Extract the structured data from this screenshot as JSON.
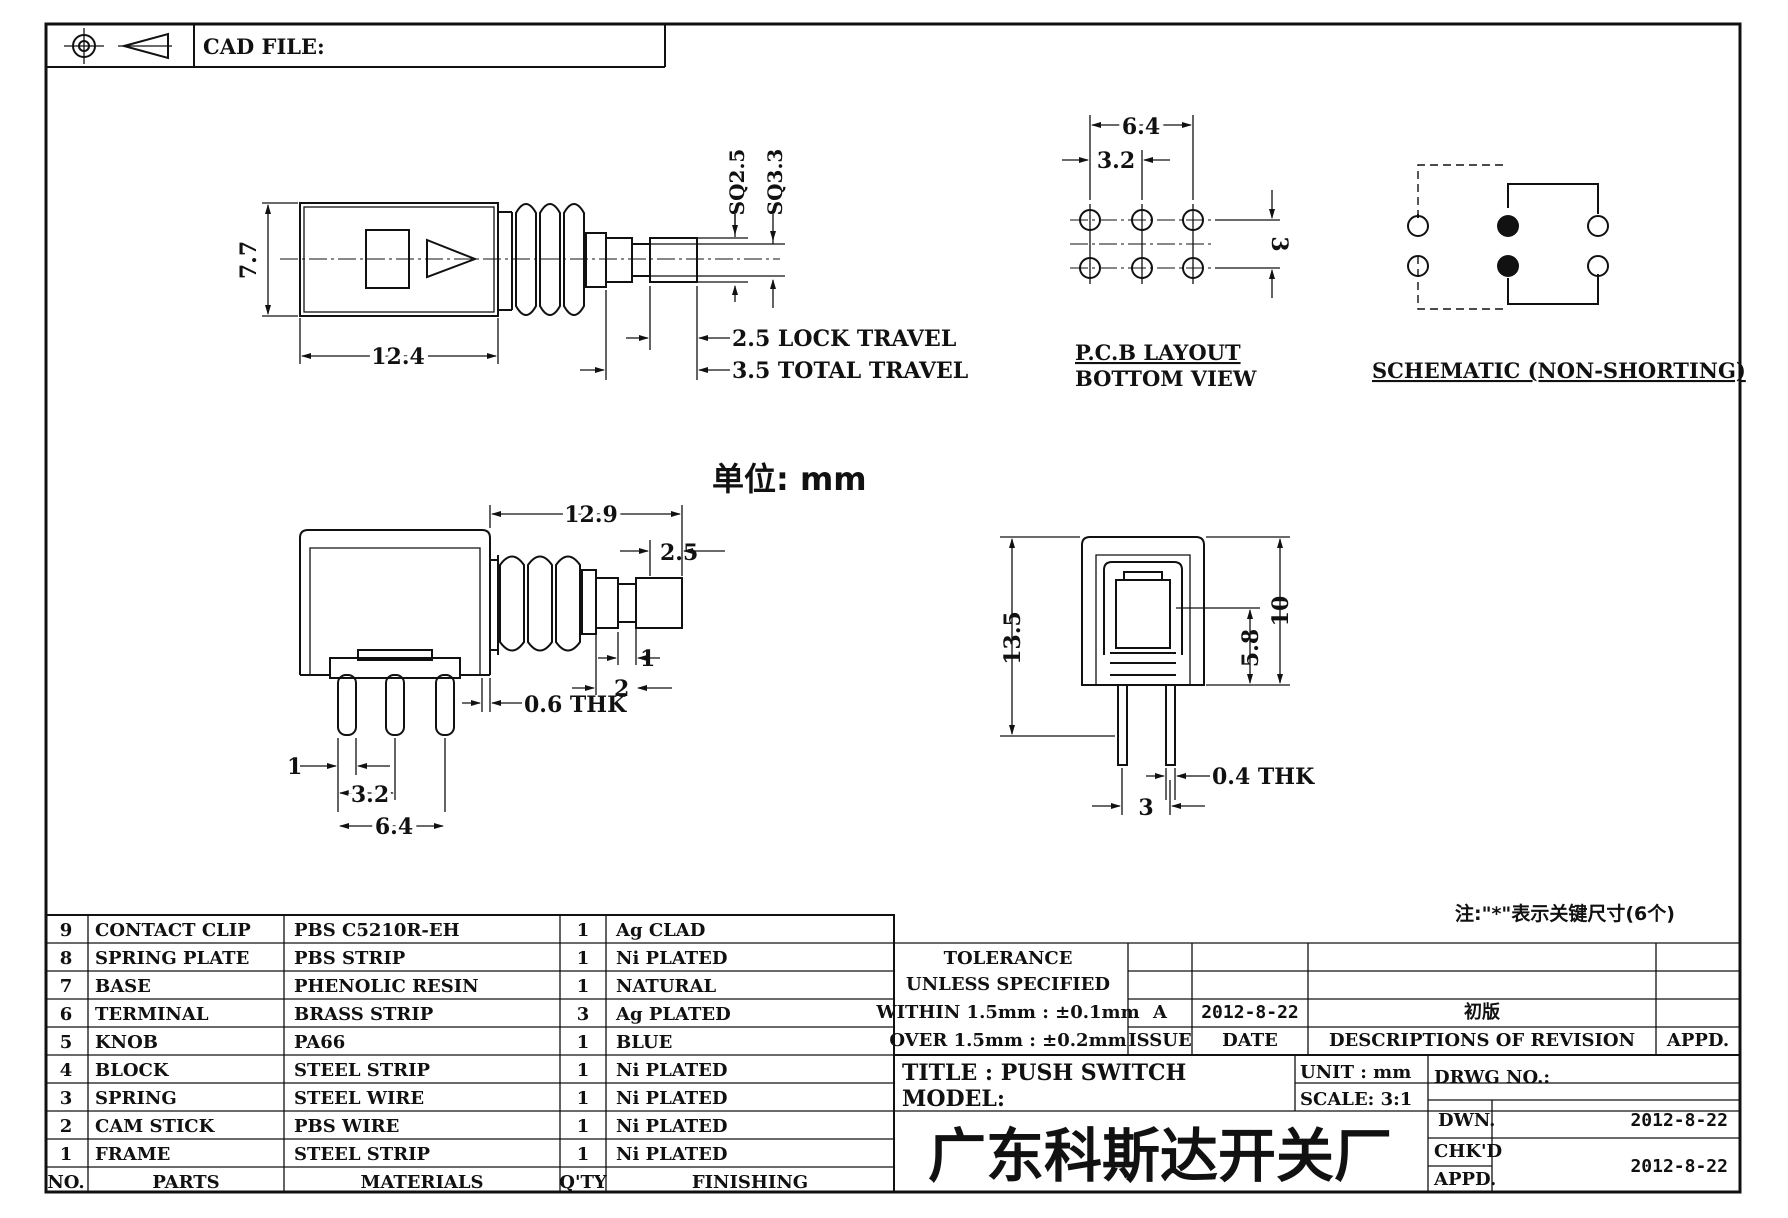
{
  "header": {
    "cad_file_label": "CAD FILE:"
  },
  "unit_note": "单位: mm",
  "note": "注:\"*\"表示关键尺寸(6个)",
  "views": {
    "top": {
      "dim_height": "7.7",
      "dim_length": "12.4",
      "dim_sq1": "SQ2.5",
      "dim_sq2": "SQ3.3",
      "lock_travel": "2.5 LOCK TRAVEL",
      "total_travel": "3.5 TOTAL TRAVEL"
    },
    "pcb": {
      "dim_outer": "6.4",
      "dim_inner": "3.2",
      "dim_row": "3",
      "title": "P.C.B LAYOUT",
      "subtitle": "BOTTOM VIEW"
    },
    "schematic": {
      "title": "SCHEMATIC (NON-SHORTING)"
    },
    "side": {
      "dim_overall": "12.9",
      "dim_travel": "2.5",
      "dim_one": "1",
      "dim_two": "2",
      "thickness": "0.6 THK",
      "pin_width": "1",
      "pitch_inner": "3.2",
      "pitch_outer": "6.4"
    },
    "end": {
      "height_overall": "13.5",
      "height_body": "10",
      "height_inner": "5.8",
      "thickness": "0.4 THK",
      "pin_pitch": "3"
    }
  },
  "bom": {
    "headers": [
      "NO.",
      "PARTS",
      "MATERIALS",
      "Q'TY",
      "FINISHING"
    ],
    "rows": [
      [
        "9",
        "CONTACT CLIP",
        "PBS C5210R-EH",
        "1",
        "Ag CLAD"
      ],
      [
        "8",
        "SPRING PLATE",
        "PBS STRIP",
        "1",
        "Ni PLATED"
      ],
      [
        "7",
        "BASE",
        "PHENOLIC RESIN",
        "1",
        "NATURAL"
      ],
      [
        "6",
        "TERMINAL",
        "BRASS STRIP",
        "3",
        "Ag PLATED"
      ],
      [
        "5",
        "KNOB",
        "PA66",
        "1",
        "BLUE"
      ],
      [
        "4",
        "BLOCK",
        "STEEL STRIP",
        "1",
        "Ni PLATED"
      ],
      [
        "3",
        "SPRING",
        "STEEL WIRE",
        "1",
        "Ni PLATED"
      ],
      [
        "2",
        "CAM STICK",
        "PBS WIRE",
        "1",
        "Ni PLATED"
      ],
      [
        "1",
        "FRAME",
        "STEEL STRIP",
        "1",
        "Ni PLATED"
      ]
    ]
  },
  "title_block": {
    "tolerance_1": "TOLERANCE",
    "tolerance_2": "UNLESS  SPECIFIED",
    "within": "WITHIN 1.5mm : ±0.1mm",
    "over": "OVER 1.5mm : ±0.2mm",
    "rev_issue": "A",
    "rev_date": "2012-8-22",
    "rev_desc": "初版",
    "col_issue": "ISSUE",
    "col_date": "DATE",
    "col_desc": "DESCRIPTIONS  OF  REVISION",
    "col_appd": "APPD.",
    "title": "TITLE : PUSH  SWITCH",
    "model": "MODEL:",
    "unit": "UNIT :   mm",
    "scale": "SCALE:   3:1",
    "drwg_no": "DRWG NO.:",
    "dwn": "DWN.",
    "dwn_date": "2012-8-22",
    "chkd": "CHK'D",
    "appd": "APPD.",
    "chk_date": "2012-8-22",
    "company": "广东科斯达开关厂"
  }
}
